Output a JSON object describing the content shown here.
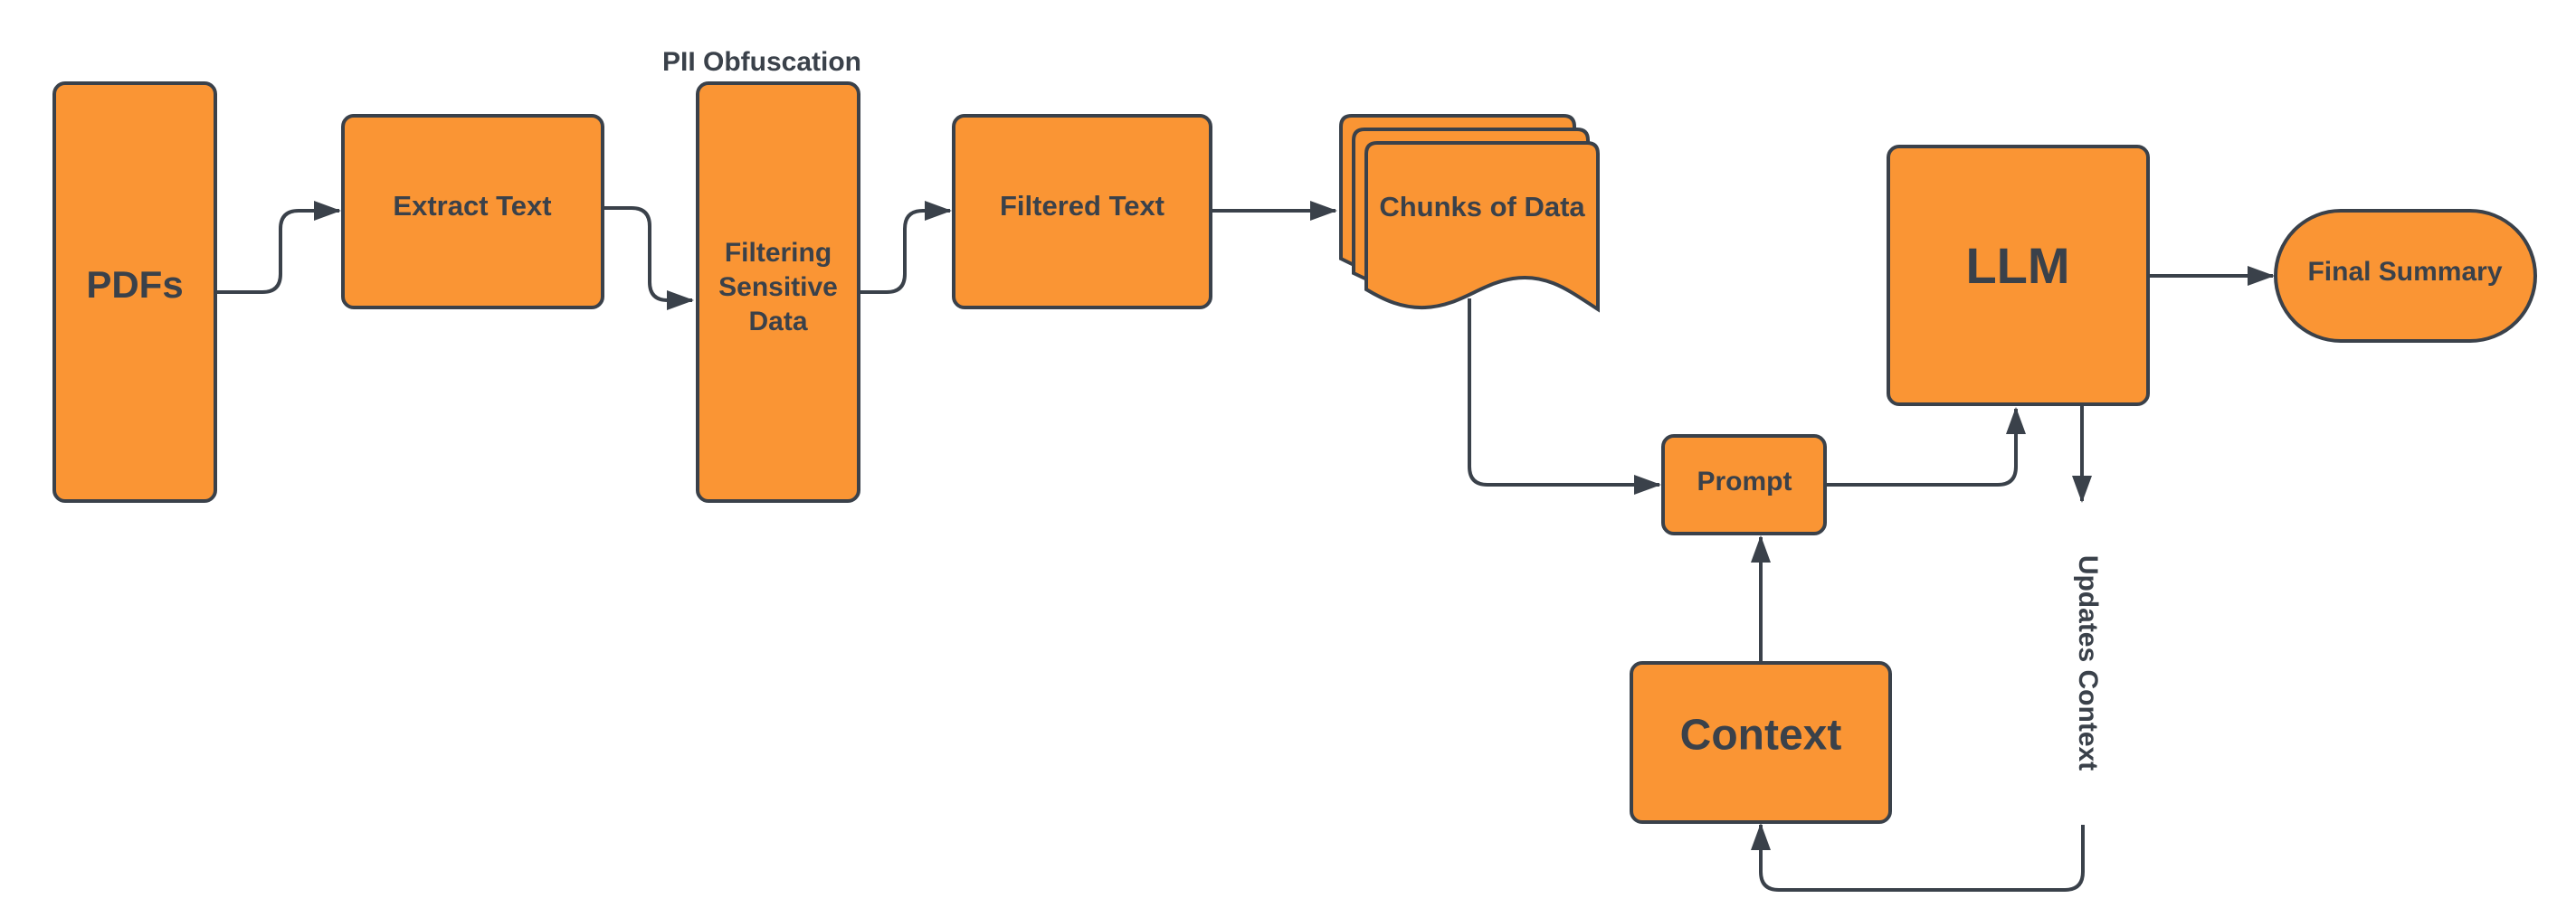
{
  "diagram": {
    "colors": {
      "fill": "#fa9534",
      "stroke": "#3a414a",
      "text": "#3a414a",
      "background": "#ffffff"
    },
    "nodes": {
      "pdfs": "PDFs",
      "extract_text": "Extract Text",
      "pii_title": "PII Obfuscation",
      "filter_line1": "Filtering",
      "filter_line2": "Sensitive",
      "filter_line3": "Data",
      "filtered_text": "Filtered Text",
      "chunks": "Chunks of Data",
      "llm": "LLM",
      "final_summary": "Final Summary",
      "prompt": "Prompt",
      "context": "Context",
      "updates_context": "Updates Context"
    }
  }
}
